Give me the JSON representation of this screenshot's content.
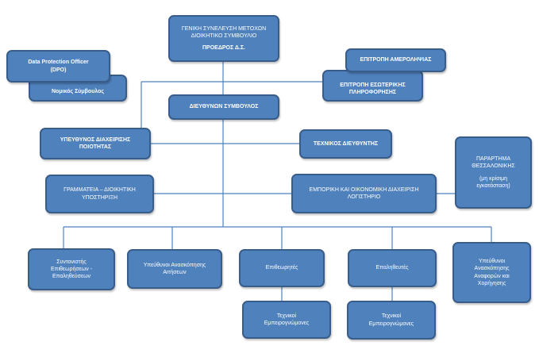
{
  "org_chart": {
    "general_assembly": {
      "line1": "ΓΕΝΙΚΗ ΣΥΝΕΛΕΥΣΗ ΜΕΤΟΧΩΝ",
      "line2": "ΔΙΟΙΚΗΤΙΚΟ ΣΥΜΒΟΥΛΙΟ",
      "line3": "ΠΡΟΕΔΡΟΣ Δ.Σ."
    },
    "dpo": {
      "line1": "Data Protection Officer",
      "line2": "(DPO)"
    },
    "legal_advisor": {
      "label": "Νομικός Σύμβουλος"
    },
    "impartiality_committee": {
      "label": "ΕΠΙΤΡΟΠΗ ΑΜΕΡΟΛΗΨΙΑΣ"
    },
    "internal_info_committee": {
      "line1": "ΕΠΙΤΡΟΠΗ ΕΣΩΤΕΡΙΚΗΣ",
      "line2": "ΠΛΗΡΟΦΟΡΗΣΗΣ"
    },
    "ceo": {
      "label": "ΔΙΕΥΘΥΝΩΝ ΣΥΜΒΟΥΛΟΣ"
    },
    "quality_manager": {
      "line1": "ΥΠΕΥΘΥΝΟΣ ΔΙΑΧΕΙΡΙΣΗΣ",
      "line2": "ΠΟΙΟΤΗΤΑΣ"
    },
    "technical_director": {
      "label": "ΤΕΧΝΙΚΟΣ ΔΙΕΥΘΥΝΤΗΣ"
    },
    "thessaloniki_branch": {
      "line1": "ΠΑΡΑΡΤΗΜΑ",
      "line2": "ΘΕΣΣΑΛΟΝΙΚΗΣ",
      "line3": "(μη κρίσιμη",
      "line4": "εγκατάσταση)"
    },
    "secretariat": {
      "line1": "ΓΡΑΜΜΑΤΕΙΑ – ΔΙΟΙΚΗΤΙΚΗ",
      "line2": "ΥΠΟΣΤΗΡΙΞΗ"
    },
    "commercial_finance": {
      "line1": "ΕΜΠΟΡΙΚΗ ΚΑΙ ΟΙΚΟΝΟΜΙΚΗ ΔΙΑΧΕΙΡΙΣΗ",
      "line2": "ΛΟΓΙΣΤΗΡΙΟ"
    },
    "inspection_coordinator": {
      "line1": "Συντονιστής",
      "line2": "Επιθεωρήσεων -",
      "line3": "Επαληθεύσεων"
    },
    "application_review": {
      "line1": "Υπεύθυνοι Ανασκόπησης",
      "line2": "Αιτήσεων"
    },
    "inspectors": {
      "label": "Επιθεωρητές"
    },
    "verifiers": {
      "label": "Επαληθευτές"
    },
    "reports_review": {
      "line1": "Υπεύθυνοι",
      "line2": "Ανασκόπησης",
      "line3": "Αναφορών και",
      "line4": "Χορήγησης"
    },
    "technical_experts_1": {
      "line1": "Τεχνικοί",
      "line2": "Εμπειρογνώμονες"
    },
    "technical_experts_2": {
      "line1": "Τεχνικοί",
      "line2": "Εμπειρογνώμονες"
    }
  },
  "colors": {
    "box_fill": "#4f81bd",
    "box_border": "#385d8a",
    "connector": "#4f81bd",
    "text": "#ffffff"
  }
}
